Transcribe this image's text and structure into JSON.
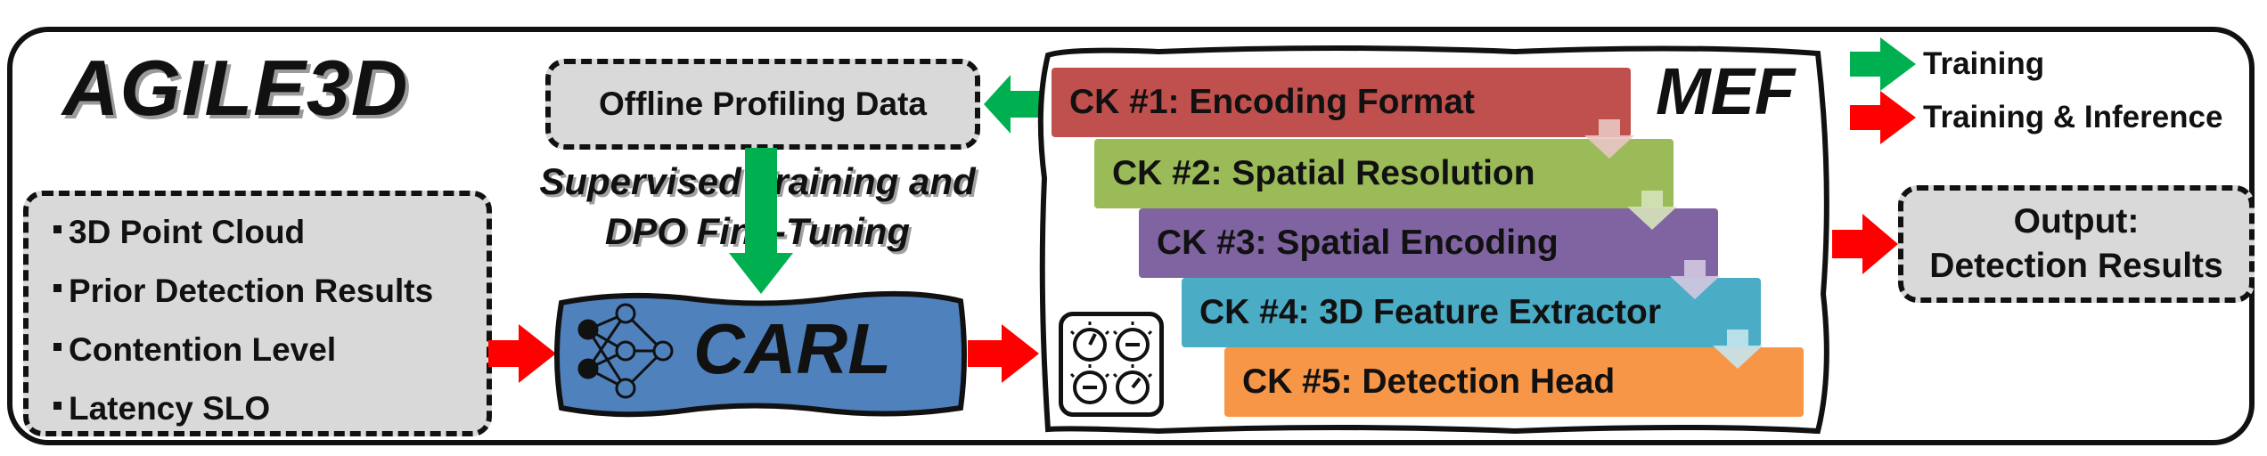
{
  "title": "AGILE3D",
  "profiling": {
    "label": "Offline Profiling Data"
  },
  "training_note": {
    "line1": "Supervised Training and",
    "line2": "DPO Fine-Tuning"
  },
  "inputs": [
    {
      "label": "3D Point Cloud"
    },
    {
      "label": "Prior Detection Results"
    },
    {
      "label": "Contention Level"
    },
    {
      "label": "Latency SLO"
    }
  ],
  "carl": {
    "label": "CARL"
  },
  "mef": {
    "label": "MEF",
    "knobs": [
      {
        "label": "CK #1: Encoding Format",
        "color": "#c0504d"
      },
      {
        "label": "CK #2: Spatial Resolution",
        "color": "#9bbb59"
      },
      {
        "label": "CK #3: Spatial Encoding",
        "color": "#8064a2"
      },
      {
        "label": "CK #4: 3D Feature Extractor",
        "color": "#4bacc6"
      },
      {
        "label": "CK #5: Detection Head",
        "color": "#f79646"
      }
    ]
  },
  "output": {
    "line1": "Output:",
    "line2": "Detection Results"
  },
  "legend": {
    "training": {
      "label": "Training",
      "color": "#00b050"
    },
    "training_inference": {
      "label": "Training & Inference",
      "color": "#ff0000"
    }
  }
}
